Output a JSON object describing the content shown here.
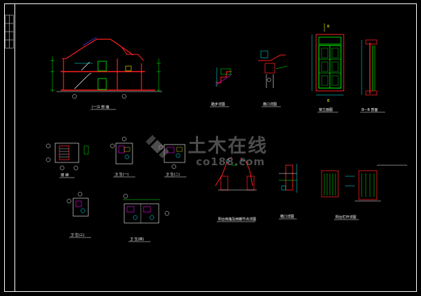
{
  "watermark": {
    "brand": "土木在线",
    "site": "co188.com"
  },
  "titles": {
    "section_1": "(一)1 剖 面",
    "tread_detail": "踏步详图",
    "eave_detail": "檐口详图",
    "window_elevation": "窗立面图",
    "section_b": "B—B 剖面",
    "stair_1": "楼 梯",
    "toilet_1": "卫 生(一)",
    "toilet_2": "卫 生(二)",
    "toilet_3": "卫 生(三)",
    "toilet_4": "卫 生(四)",
    "balcony_canopy": "阳台雨篷及雨棚节点详图",
    "parapet_detail": "檐口详图",
    "railing_detail": "阳台栏杆详图"
  },
  "marks": {
    "section_b_top": "B",
    "section_b_bottom": "B"
  },
  "colors": {
    "background": "#000000",
    "frame": "#ffffff",
    "line_red": "#ff2020",
    "line_blue": "#3a3aff",
    "line_green": "#00ff00",
    "line_yellow": "#ffff00",
    "line_cyan": "#00ffff",
    "line_magenta": "#ff00ff",
    "watermark": "#8c8c8c"
  }
}
